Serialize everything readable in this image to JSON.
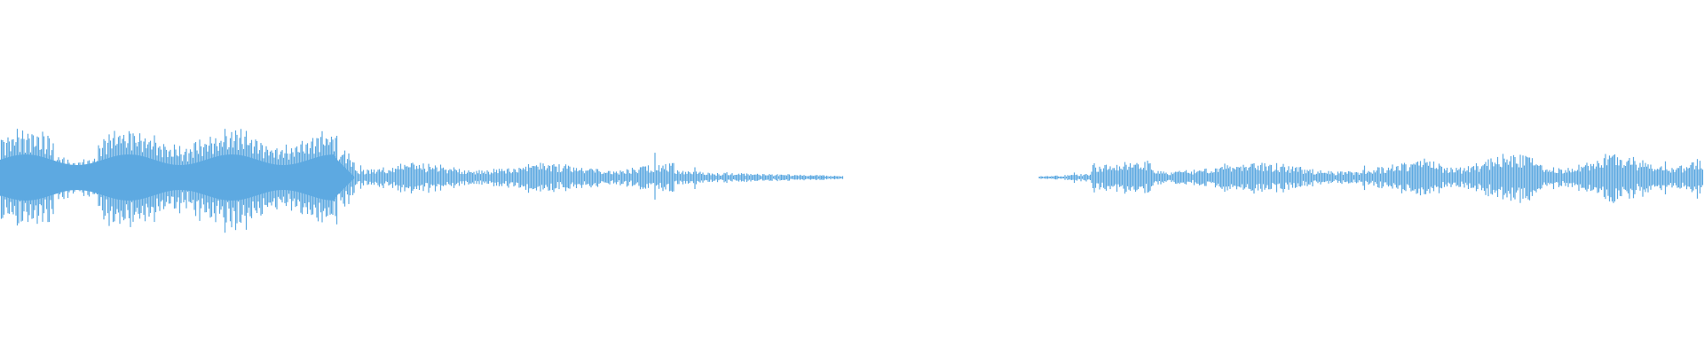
{
  "waveform": {
    "color": "#5DA9E1",
    "background": "#FFFFFF",
    "segments": [
      {
        "from": 0.0,
        "to": 0.49,
        "level": "loud-then-fading"
      },
      {
        "from": 0.49,
        "to": 0.61,
        "level": "silence"
      },
      {
        "from": 0.61,
        "to": 1.0,
        "level": "rising"
      }
    ]
  }
}
